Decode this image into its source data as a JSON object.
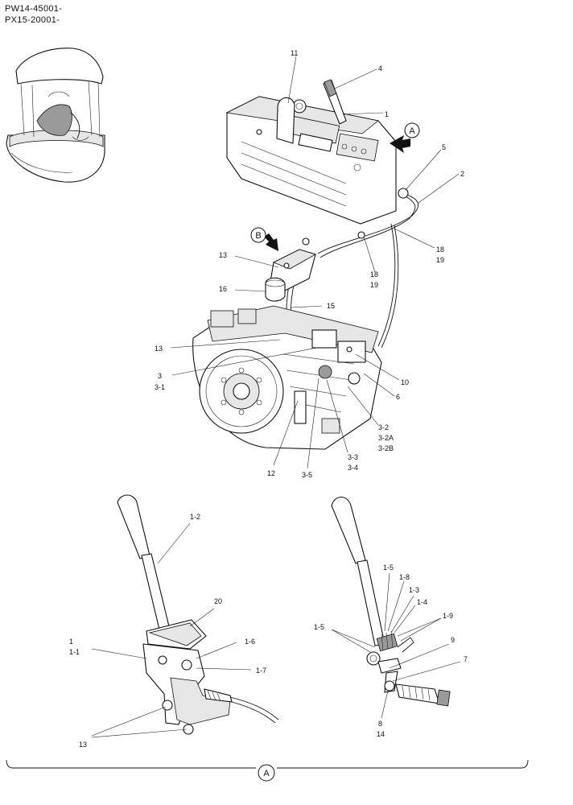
{
  "header": {
    "model_line_1": "PW14-45001-",
    "model_line_2": "PX15-20001-"
  },
  "view_markers": {
    "a": "A",
    "b": "B",
    "bottom": "A"
  },
  "callouts": {
    "c11": "11",
    "c4": "4",
    "c1": "1",
    "c5": "5",
    "c2": "2",
    "c13a": "13",
    "c16": "16",
    "c15": "15",
    "c18a": "18",
    "c19a": "19",
    "c18b": "18",
    "c19b": "19",
    "c13b": "13",
    "c3": "3",
    "c3_1": "3-1",
    "c10": "10",
    "c6": "6",
    "c3_2": "3-2",
    "c3_2A": "3-2A",
    "c3_2B": "3-2B",
    "c12": "12",
    "c3_5": "3-5",
    "c3_3": "3-3",
    "c3_4": "3-4",
    "l1_2": "1-2",
    "l20": "20",
    "l1": "1",
    "l1_1": "1-1",
    "l1_6": "1-6",
    "l1_7": "1-7",
    "l13": "13",
    "r1_5a": "1-5",
    "r1_8": "1-8",
    "r1_3": "1-3",
    "r1_4": "1-4",
    "r1_9": "1-9",
    "r1_5b": "1-5",
    "r9": "9",
    "r7": "7",
    "r8": "8",
    "r14": "14"
  }
}
